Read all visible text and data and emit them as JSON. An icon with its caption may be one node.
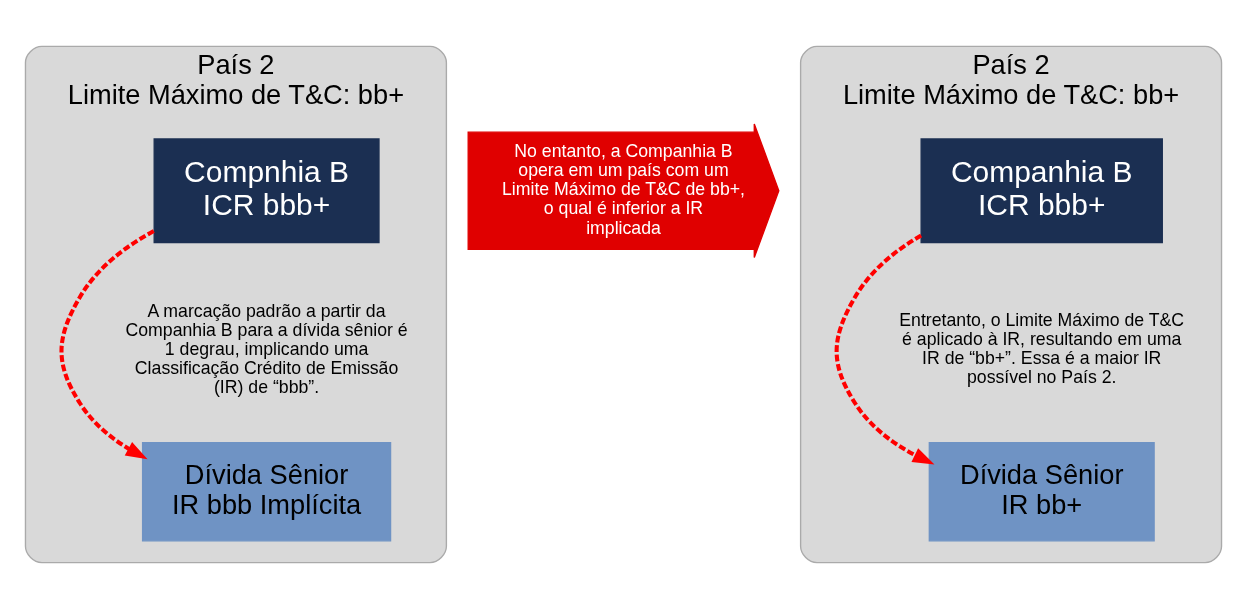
{
  "diagram": {
    "nodes": [
      {
        "text": [
          "País 2",
          "Limite Máximo de T&C: bb+"
        ]
      },
      {
        "text": [
          "Compnhia B",
          "ICR bbb+"
        ],
        "in": 0
      },
      {
        "text": [
          "Dívida Sênior",
          "IR bbb Implícita"
        ],
        "in": 0
      },
      {
        "text": [
          "No entanto, a Companhia B opera em um país com um Limite Máximo de T&C de bb+, o qual é inferior a IR implicada"
        ]
      },
      {
        "text": [
          "País 2",
          "Limite Máximo de T&C: bb+"
        ]
      },
      {
        "text": [
          "Companhia B",
          "ICR bbb+"
        ],
        "in": 4
      },
      {
        "text": [
          "Dívida Sênior",
          "IR bb+"
        ],
        "in": 4
      }
    ],
    "edges": [
      {
        "from": 1,
        "to": 2,
        "arrow": "to",
        "style": "dashed",
        "color": "#ff0000"
      },
      {
        "from": 4,
        "to": 6,
        "arrow": "to",
        "style": "dashed",
        "color": "#ff0000"
      }
    ],
    "labels": [
      "A marcação padrão a partir da Companhia B para a dívida sênior é 1 degrau, implicando uma Classificação Crédito de Emissão (IR) de “bbb”.",
      "Entretanto, o Limite Máximo de T&C é aplicado à IR, resultando em uma IR de “bb+”. Essa é a maior IR possível no País 2."
    ]
  }
}
